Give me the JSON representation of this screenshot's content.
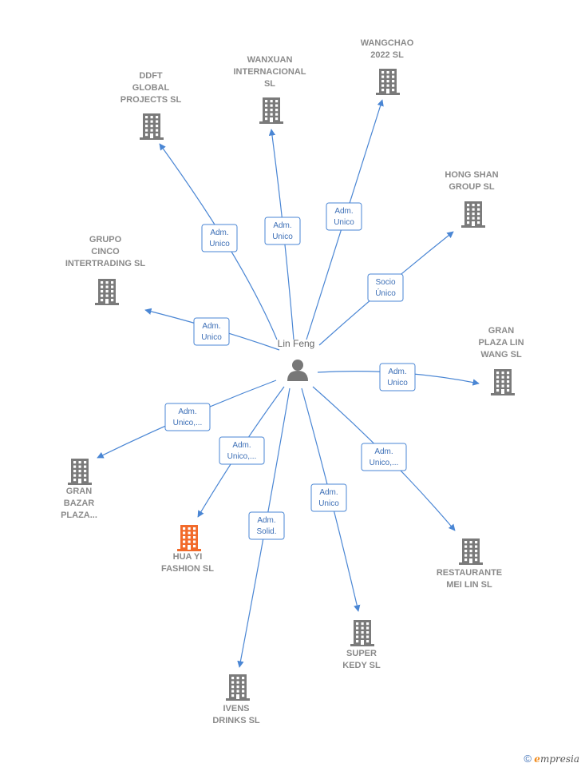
{
  "center": {
    "name": "Lin Feng"
  },
  "colors": {
    "edge": "#4a86d4",
    "building": "#7a7a7a",
    "highlight": "#f26a2a",
    "label": "#8a8a8a"
  },
  "nodes": [
    {
      "id": "ddft",
      "lines": [
        "DDFT",
        "GLOBAL",
        "PROJECTS SL"
      ],
      "edge": [
        "Adm.",
        "Unico"
      ]
    },
    {
      "id": "wanxuan",
      "lines": [
        "WANXUAN",
        "INTERNACIONAL",
        "SL"
      ],
      "edge": [
        "Adm.",
        "Unico"
      ]
    },
    {
      "id": "wangchao",
      "lines": [
        "WANGCHAO",
        "2022 SL"
      ],
      "edge": [
        "Adm.",
        "Unico"
      ]
    },
    {
      "id": "hongshan",
      "lines": [
        "HONG SHAN",
        "GROUP SL"
      ],
      "edge": [
        "Socio",
        "Único"
      ]
    },
    {
      "id": "grupocinco",
      "lines": [
        "GRUPO",
        "CINCO",
        "INTERTRADING SL"
      ],
      "edge": [
        "Adm.",
        "Unico"
      ]
    },
    {
      "id": "granplaza",
      "lines": [
        "GRAN",
        "PLAZA LIN",
        "WANG SL"
      ],
      "edge": [
        "Adm.",
        "Unico"
      ]
    },
    {
      "id": "granbazar",
      "lines": [
        "GRAN",
        "BAZAR",
        "PLAZA..."
      ],
      "edge": [
        "Adm.",
        "Unico,..."
      ]
    },
    {
      "id": "huayi",
      "lines": [
        "HUA YI",
        "FASHION SL"
      ],
      "edge": [
        "Adm.",
        "Unico,..."
      ],
      "highlight": true
    },
    {
      "id": "restaurante",
      "lines": [
        "RESTAURANTE",
        "MEI LIN SL"
      ],
      "edge": [
        "Adm.",
        "Unico,..."
      ]
    },
    {
      "id": "ivens",
      "lines": [
        "IVENS",
        "DRINKS SL"
      ],
      "edge": [
        "Adm.",
        "Solid."
      ]
    },
    {
      "id": "superkedy",
      "lines": [
        "SUPER",
        "KEDY SL"
      ],
      "edge": [
        "Adm.",
        "Unico"
      ]
    }
  ],
  "brand": {
    "copyright": "©",
    "initial": "e",
    "rest": "mpresia"
  }
}
